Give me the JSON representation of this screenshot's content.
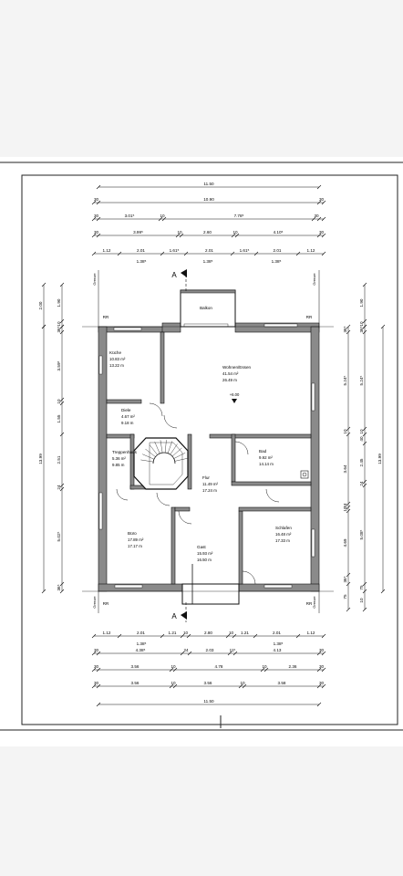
{
  "colors": {
    "wall": "#8a8a8a",
    "wall_stroke": "#111111",
    "line": "#111111",
    "band": "#f4f4f4"
  },
  "section_label": "A",
  "grenze_label": "Grenze",
  "rr_label": "RR",
  "balkon_label": "Balkon",
  "level_mark": "+6.00",
  "rooms": [
    {
      "id": "kueche",
      "name": "Küche",
      "area": "10.83 m²",
      "perimeter": "13.22 m"
    },
    {
      "id": "wohnen",
      "name": "Wohnen/Essen",
      "area": "41.54 m²",
      "perimeter": "26.49 m"
    },
    {
      "id": "diele",
      "name": "Diele",
      "area": "4.67 m²",
      "perimeter": "9.18 m"
    },
    {
      "id": "treppenhaus",
      "name": "Treppenhaus",
      "area": "5.36 m²",
      "perimeter": "9.85 m"
    },
    {
      "id": "bad",
      "name": "Bad",
      "area": "9.92 m²",
      "perimeter": "14.14 m"
    },
    {
      "id": "flur",
      "name": "Flur",
      "area": "11.49 m²",
      "perimeter": "17.24 m"
    },
    {
      "id": "buero",
      "name": "Büro",
      "area": "17.89 m²",
      "perimeter": "17.17 m"
    },
    {
      "id": "gast",
      "name": "Gast",
      "area": "15.93 m²",
      "perimeter": "16.50 m"
    },
    {
      "id": "schlafen",
      "name": "Schlafen",
      "area": "16.48 m²",
      "perimeter": "17.33 m"
    }
  ],
  "dims_top": {
    "row1": [
      "11.50"
    ],
    "row2": [
      "30",
      "10.90",
      "30"
    ],
    "row3": [
      "30",
      "3.01⁵",
      "10",
      "7.78⁵",
      "30"
    ],
    "row4": [
      "30",
      "3.99⁵",
      "10",
      "2.60",
      "10",
      "4.10⁵",
      "30"
    ],
    "row5": [
      "1.12",
      "2.01",
      "1.61⁵",
      "2.01",
      "1.61⁵",
      "2.01",
      "1.12"
    ],
    "row5_sub": [
      "1.38⁵",
      "1.38⁵",
      "1.38⁵"
    ]
  },
  "dims_bottom": {
    "row1": [
      "1.12",
      "2.01",
      "1.21",
      "10",
      "2.80",
      "10",
      "1.21",
      "2.01",
      "1.12"
    ],
    "row1_sub": [
      "1.38⁵",
      "1.38⁵"
    ],
    "row2": [
      "30",
      "4.38⁵",
      "24",
      "2.03",
      "11⁵",
      "4.13",
      "30"
    ],
    "row3": [
      "30",
      "3.56",
      "10",
      "4.78",
      "10",
      "2.36",
      "30"
    ],
    "row4": [
      "30",
      "3.56",
      "10",
      "3.56",
      "10",
      "3.58",
      "30"
    ],
    "row5": [
      "11.50"
    ]
  },
  "dims_left": {
    "outer": [
      "13.99"
    ],
    "outer_top": [
      "2.00"
    ],
    "mid": [
      "1.90",
      "10"
    ],
    "inner": [
      "36⁵",
      "3.59⁵",
      "10",
      "1.55",
      "2.51",
      "24",
      "5.02⁵",
      "36⁵"
    ]
  },
  "dims_right": {
    "outer": [
      "13.99"
    ],
    "outer_top": [
      "1.90",
      "10"
    ],
    "inner_a": [
      "36⁵",
      "5.24⁵",
      "10",
      "40",
      "2.45",
      "24",
      "5.08⁵",
      "75",
      "10"
    ],
    "inner_b": [
      "36⁵",
      "5.24⁵",
      "10",
      "3.64",
      "24",
      "10",
      "4.69",
      "36⁵",
      "75"
    ]
  }
}
